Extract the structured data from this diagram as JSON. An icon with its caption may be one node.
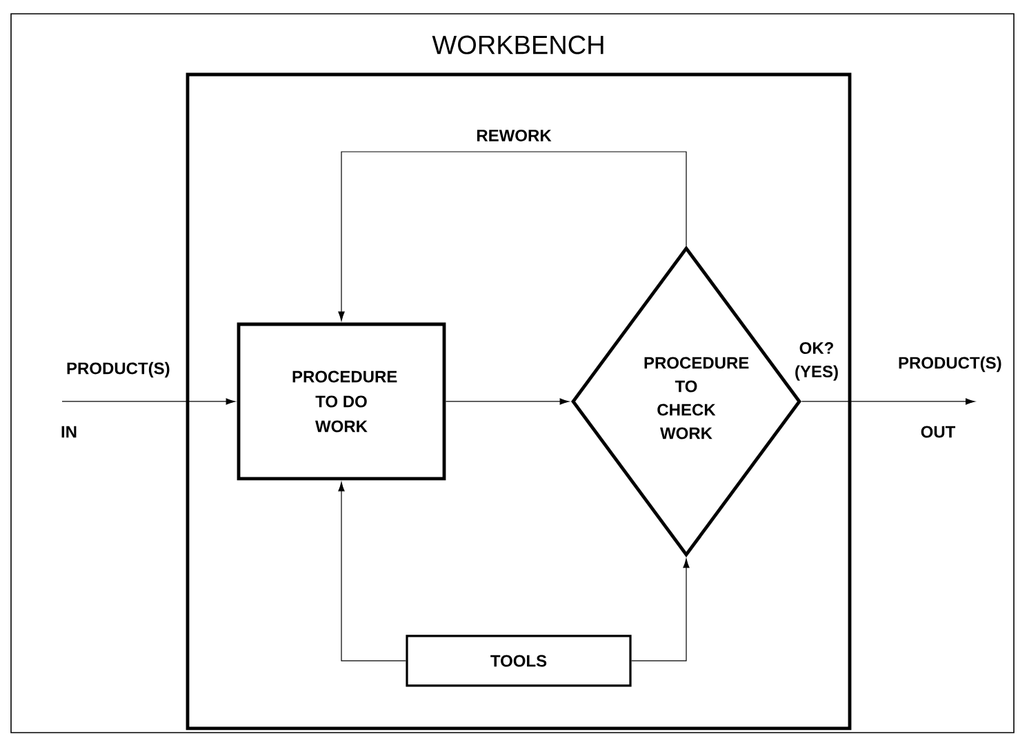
{
  "diagram": {
    "nodes": [
      {
        "text": [
          "WORKBENCH"
        ]
      },
      {
        "text": [
          "PROCEDURE TO DO WORK"
        ],
        "in": 0
      },
      {
        "text": [
          "PROCEDURE TO CHECK WORK"
        ],
        "in": 0
      },
      {
        "text": [
          "TOOLS"
        ],
        "in": 0
      }
    ],
    "edges": [
      {
        "from": null,
        "to": 1,
        "arrow": "to"
      },
      {
        "from": 1,
        "to": 2,
        "arrow": "to"
      },
      {
        "from": 2,
        "to": null,
        "arrow": "to"
      },
      {
        "from": 2,
        "to": 1,
        "arrow": "to",
        "label": "REWORK"
      },
      {
        "from": 3,
        "to": 1,
        "arrow": "to"
      },
      {
        "from": 3,
        "to": 2,
        "arrow": "to"
      }
    ],
    "labels": [
      "PRODUCT(S)",
      "IN",
      "OK? (YES)",
      "PRODUCT(S)",
      "OUT"
    ]
  }
}
